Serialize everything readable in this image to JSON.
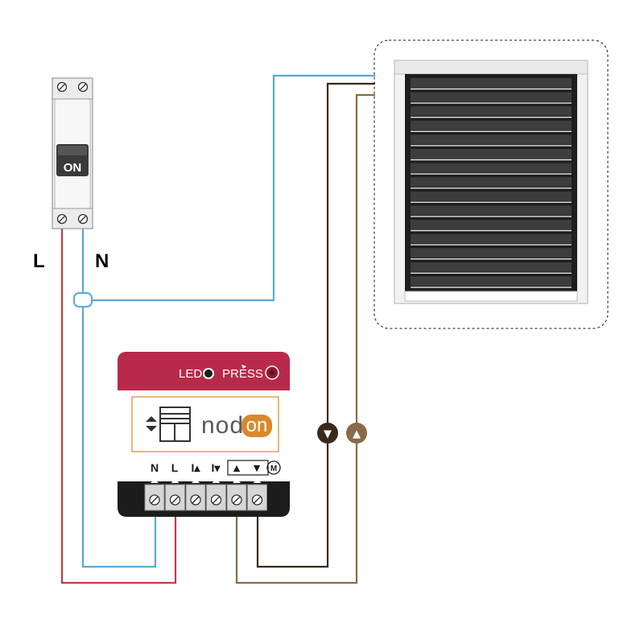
{
  "breaker": {
    "state_label": "ON"
  },
  "wires": {
    "live_label": "L",
    "neutral_label": "N",
    "colors": {
      "live": "#c23a4b",
      "neutral": "#5aa9d8",
      "motor_up": "#8a6a4a",
      "motor_down": "#3a2a1a"
    }
  },
  "module": {
    "led_label": "LED",
    "press_label": "PRESS",
    "brand_prefix": "nod",
    "brand_suffix": "on",
    "terminals": [
      "N",
      "L",
      "I▴",
      "I▾",
      "▲",
      "▼",
      "M"
    ],
    "colors": {
      "header": "#b92a4a",
      "body": "#1c1c1c",
      "brand_accent": "#d9892b"
    }
  },
  "motor_markers": {
    "down": "▼",
    "up": "▲"
  }
}
